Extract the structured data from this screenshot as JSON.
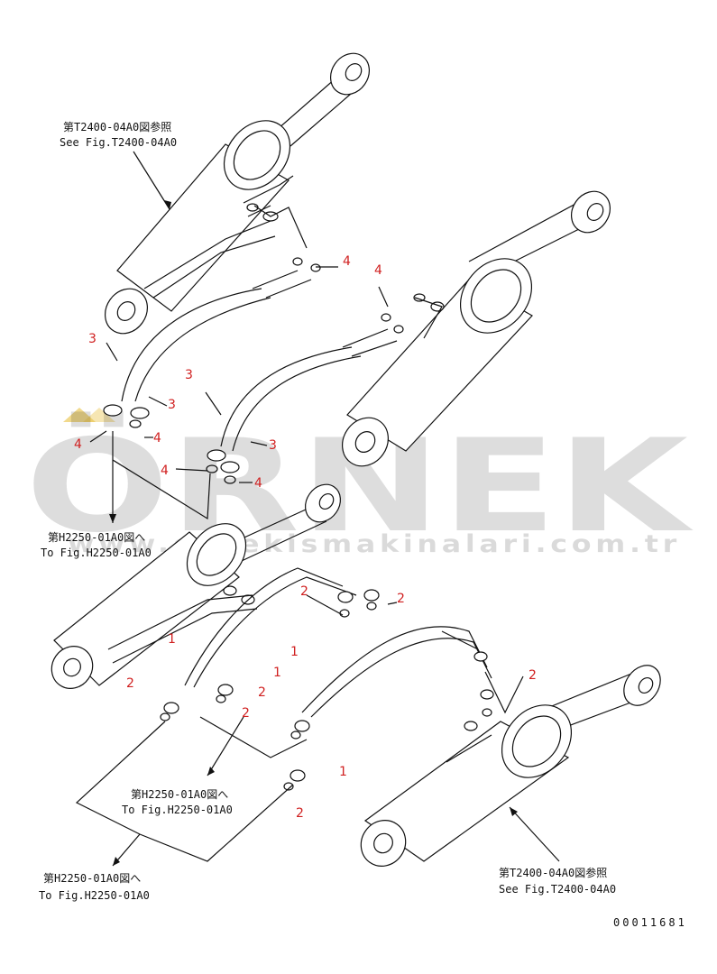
{
  "callouts": {
    "top_left_jp": "第T2400-04A0図参照",
    "top_left_en": "See Fig.T2400-04A0",
    "mid_left_jp": "第H2250-01A0図へ",
    "mid_left_en": "To Fig.H2250-01A0",
    "center_jp": "第H2250-01A0図へ",
    "center_en": "To Fig.H2250-01A0",
    "bottom_left_jp": "第H2250-01A0図へ",
    "bottom_left_en": "To Fig.H2250-01A0",
    "bottom_right_jp": "第T2400-04A0図参照",
    "bottom_right_en": "See Fig.T2400-04A0"
  },
  "part_numbers": {
    "p3_a": "3",
    "p3_b": "3",
    "p3_c": "3",
    "p3_d": "3",
    "p4_a": "4",
    "p4_b": "4",
    "p4_c": "4",
    "p4_d": "4",
    "p4_e": "4",
    "p4_f": "4",
    "p2_a": "2",
    "p2_b": "2",
    "p2_c": "2",
    "p2_d": "2",
    "p2_e": "2",
    "p2_f": "2",
    "p2_g": "2",
    "p1_a": "1",
    "p1_b": "1",
    "p1_c": "1",
    "p1_d": "1"
  },
  "watermark": {
    "big": "ÖRNEK",
    "url": "www.ornekismakinalari.com.tr"
  },
  "drawing_id": "00011681",
  "colors": {
    "number": "#d02020",
    "line": "#111111",
    "watermark": "#dddddd",
    "accent": "#e8c040"
  }
}
